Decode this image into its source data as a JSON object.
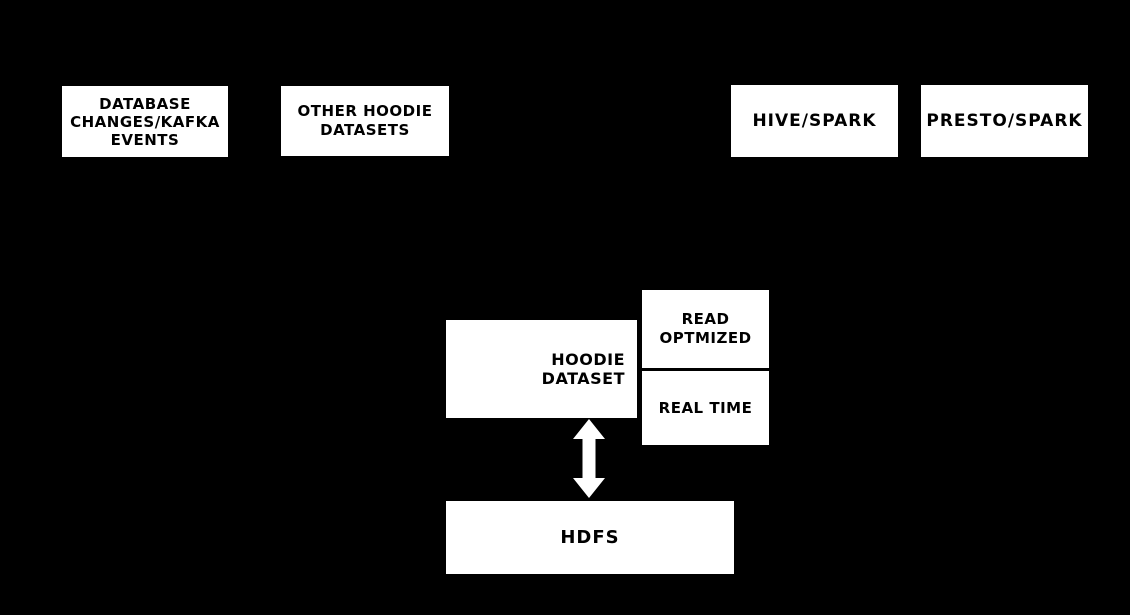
{
  "diagram": {
    "colors": {
      "background": "#000000",
      "node_fill": "#ffffff",
      "node_text": "#000000",
      "arrow": "#ffffff"
    },
    "nodes": {
      "database_changes": {
        "label": "DATABASE\nCHANGES/KAFKA\nEVENTS"
      },
      "other_hoodie_datasets": {
        "label": "OTHER HOODIE\nDATASETS"
      },
      "hive_spark": {
        "label": "HIVE/SPARK"
      },
      "presto_spark": {
        "label": "PRESTO/SPARK"
      },
      "hoodie_dataset": {
        "label": "HOODIE\nDATASET"
      },
      "read_optimized": {
        "label": "READ\nOPTMIZED"
      },
      "real_time": {
        "label": "REAL TIME"
      },
      "hdfs": {
        "label": "HDFS"
      }
    },
    "connectors": [
      {
        "name": "hoodie-dataset-to-hdfs",
        "type": "double-headed-vertical-arrow"
      }
    ]
  }
}
